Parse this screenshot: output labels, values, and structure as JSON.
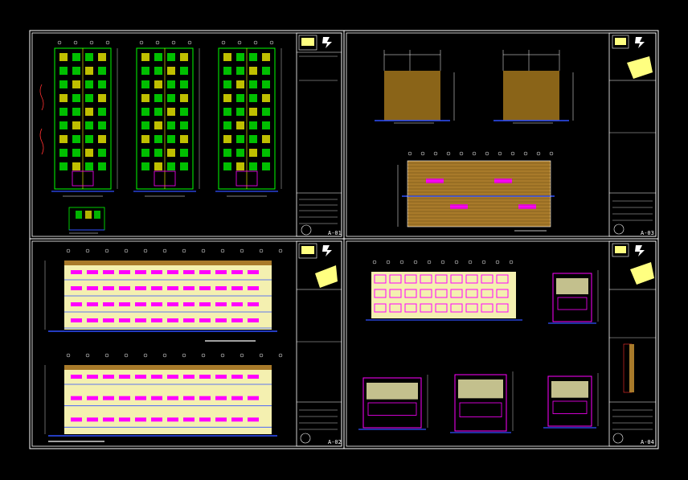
{
  "drawing": {
    "background": "#000000",
    "colors": {
      "frame": "#ffffff",
      "plan_green": "#00ff00",
      "plan_yellow": "#ffff00",
      "wall_magenta": "#ff00ff",
      "blue_line": "#3050ff",
      "soil_brown": "#8a6418",
      "roof_brown": "#a87a2a",
      "cream": "#f4f0b0",
      "cyan": "#00ffff",
      "red": "#ff3030"
    }
  },
  "sheets": [
    {
      "id": "A-01",
      "label": "A-01"
    },
    {
      "id": "A-03",
      "label": "A-03"
    },
    {
      "id": "A-02",
      "label": "A-02"
    },
    {
      "id": "A-04",
      "label": "A-04"
    }
  ]
}
